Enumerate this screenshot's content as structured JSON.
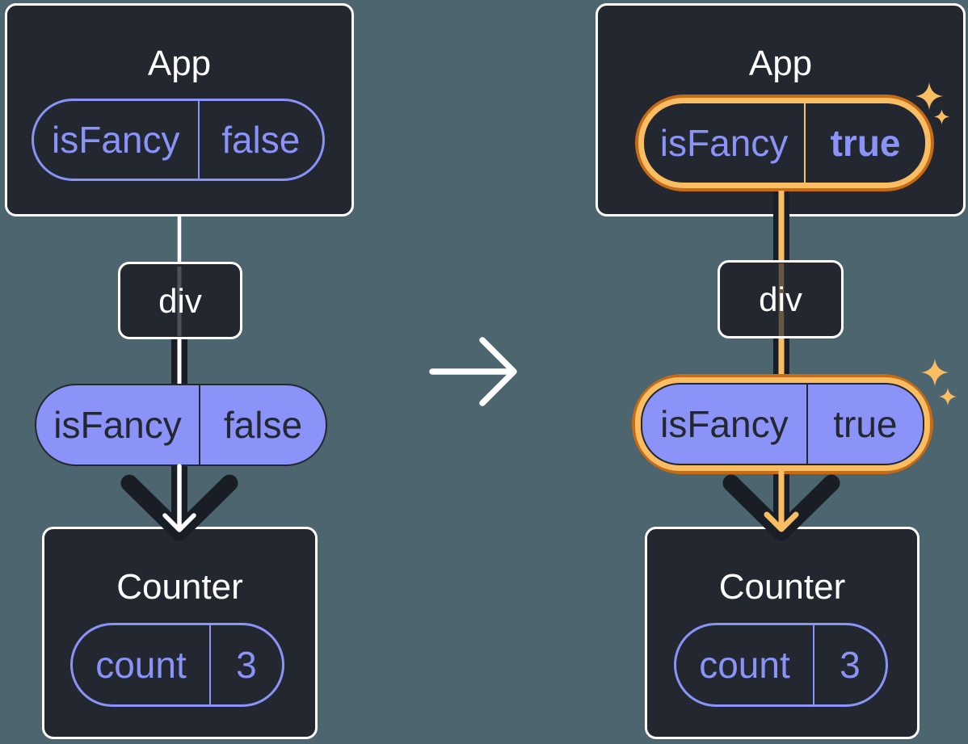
{
  "colors": {
    "background": "#4C656E",
    "card_background": "#23272F",
    "card_border": "#FFFFFF",
    "accent_purple": "#8A93F8",
    "pill_fill_purple": "#8B93F8",
    "pill_text_dark": "#23272F",
    "flow_line_dark": "#191D26",
    "highlight_orange_dark": "#C76A15",
    "highlight_orange_light": "#FABD62",
    "arrow_white": "#FFFFFF"
  },
  "before_tree": {
    "app_component": {
      "title": "App",
      "state_pill": {
        "key": "isFancy",
        "value": "false"
      }
    },
    "dom_node": {
      "label": "div"
    },
    "prop_pill": {
      "key": "isFancy",
      "value": "false"
    },
    "counter_component": {
      "title": "Counter",
      "state_pill": {
        "key": "count",
        "value": "3"
      }
    }
  },
  "after_tree": {
    "app_component": {
      "title": "App",
      "state_pill": {
        "key": "isFancy",
        "value": "true",
        "highlighted": true
      }
    },
    "dom_node": {
      "label": "div"
    },
    "prop_pill": {
      "key": "isFancy",
      "value": "true",
      "highlighted": true
    },
    "counter_component": {
      "title": "Counter",
      "state_pill": {
        "key": "count",
        "value": "3"
      }
    }
  },
  "icons": {
    "transition": "right-arrow-icon",
    "flow": "down-arrow-icon",
    "highlight": "sparkle-icon"
  }
}
